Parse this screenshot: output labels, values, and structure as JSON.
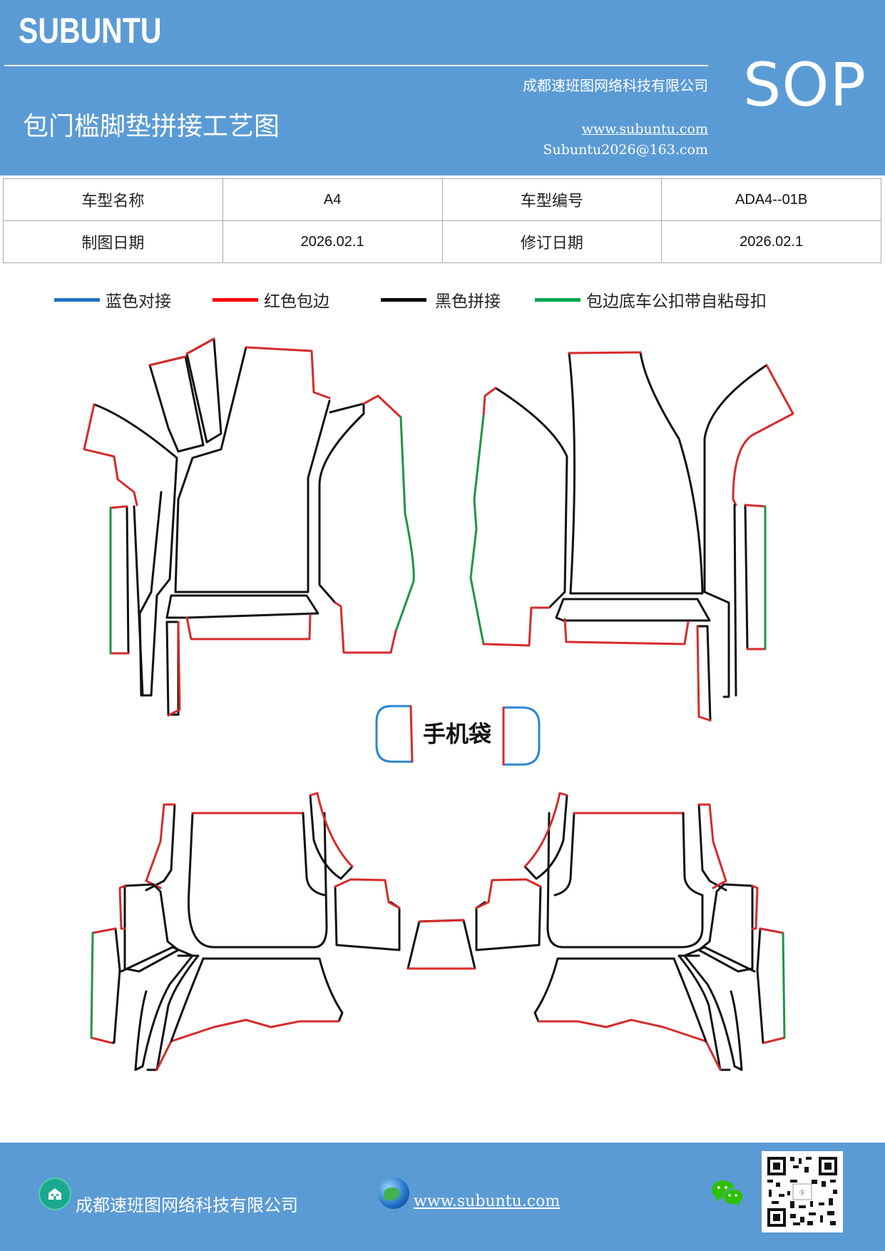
{
  "header": {
    "brand": "SUBUNTU",
    "company": "成都速班图网络科技有限公司",
    "title": "包门槛脚垫拼接工艺图",
    "website": "www.subuntu.com",
    "email": "Subuntu2026@163.com",
    "badge": "SOP"
  },
  "info_table": {
    "model_name_label": "车型名称",
    "model_name_value": "A4",
    "model_code_label": "车型编号",
    "model_code_value": "ADA4--01B",
    "draw_date_label": "制图日期",
    "draw_date_value": "2026.02.1",
    "revise_date_label": "修订日期",
    "revise_date_value": "2026.02.1"
  },
  "legend": [
    {
      "label": "蓝色对接",
      "color": "#1f73c2"
    },
    {
      "label": "红色包边",
      "color": "#ff0000"
    },
    {
      "label": "黑色拼接",
      "color": "#000000"
    },
    {
      "label": "包边底车公扣带自粘母扣",
      "color": "#00a651"
    }
  ],
  "diagram": {
    "phone_bag_label": "手机袋",
    "colors": {
      "blue": "#2a86d4",
      "red": "#d62b2b",
      "black": "#111111",
      "green": "#1e9447"
    }
  },
  "footer": {
    "company": "成都速班图网络科技有限公司",
    "website": "www.subuntu.com",
    "icons": [
      "building-icon",
      "globe-icon",
      "wechat-icon",
      "qr-code"
    ]
  }
}
